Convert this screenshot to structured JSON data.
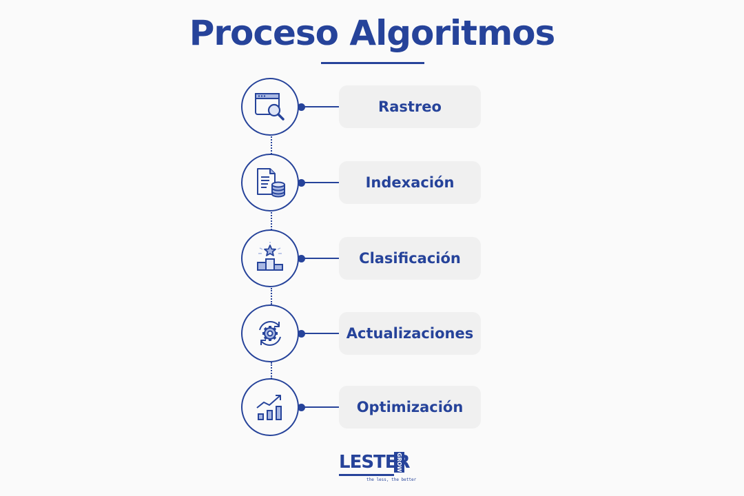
{
  "title": "Proceso Algoritmos",
  "steps": [
    {
      "label": "Rastreo",
      "icon": "browser-search-icon"
    },
    {
      "label": "Indexación",
      "icon": "document-database-icon"
    },
    {
      "label": "Clasificación",
      "icon": "podium-star-icon"
    },
    {
      "label": "Actualizaciones",
      "icon": "refresh-gear-icon"
    },
    {
      "label": "Optimización",
      "icon": "growth-chart-icon"
    }
  ],
  "logo": {
    "main": "LESTER",
    "side": "GROW",
    "tagline": "the less, the better"
  },
  "colors": {
    "primary": "#26439a",
    "accent": "#a9b8e3",
    "pill": "#f0f0f0",
    "background": "#fafafa"
  }
}
